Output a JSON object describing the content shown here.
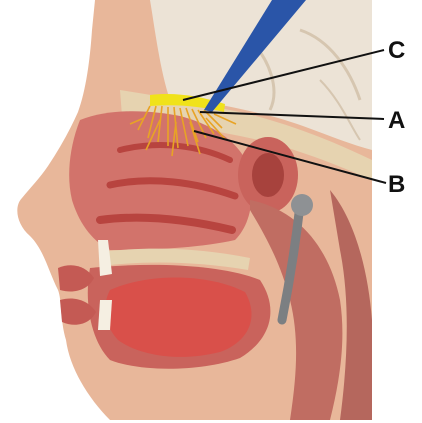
{
  "figure": {
    "labels": {
      "c": "C",
      "a": "A",
      "b": "B"
    }
  },
  "colors": {
    "background": "#ffffff",
    "skin": "#e8b79a",
    "tissue": "#d2736b",
    "deep_tissue": "#b8443f",
    "bone": "#e6d3b0",
    "brain": "#ece3d6",
    "olfactory_bulb": "#f0e21a",
    "olfactory_nerves": "#e8a325",
    "pointer_blue": "#2a55a8",
    "leader_line": "#111111"
  }
}
